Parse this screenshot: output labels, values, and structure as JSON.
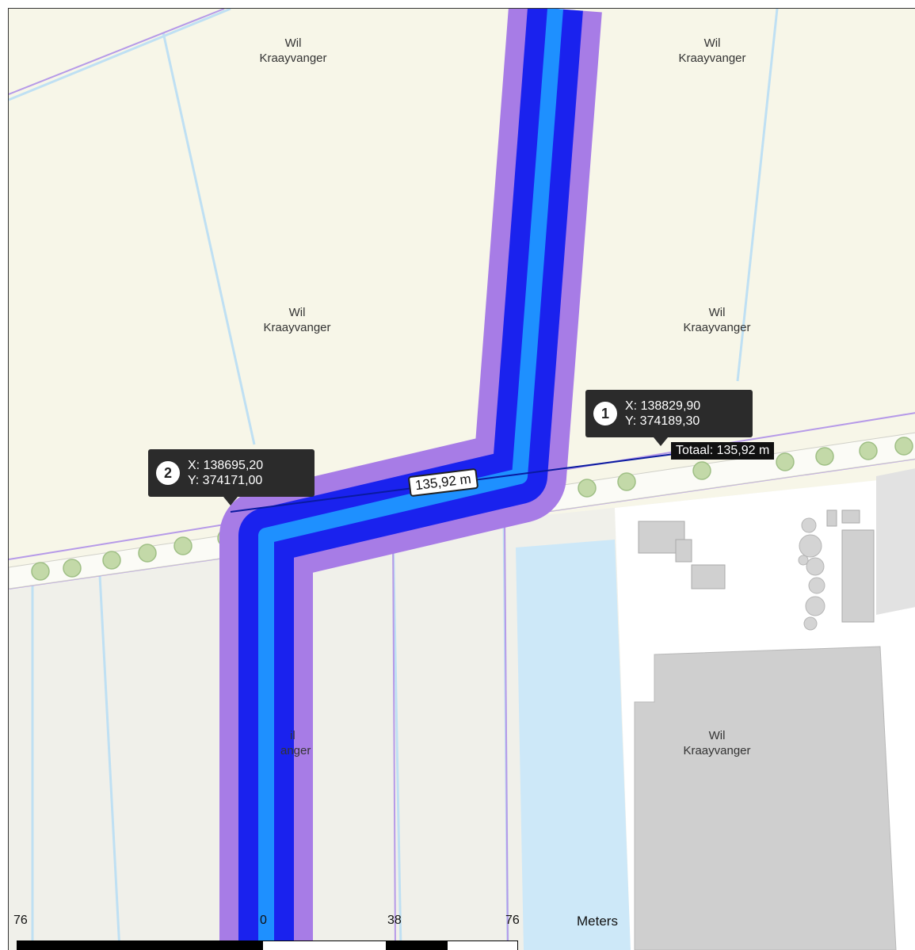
{
  "map": {
    "colors": {
      "land": "#f7f6e8",
      "water": "#cde8f8",
      "buildings": "#cfcfcf",
      "pipe_core": "#1a22ee",
      "pipe_center": "#1e90ff",
      "pipe_buffer": "#a77ce6",
      "tree": "#c3d9a8",
      "measure_line": "#0a1aa0"
    },
    "parcel_labels": [
      {
        "line1": "Wil",
        "line2": "Kraayvanger"
      },
      {
        "line1": "Wil",
        "line2": "Kraayvanger"
      },
      {
        "line1": "Wil",
        "line2": "Kraayvanger"
      },
      {
        "line1": "Wil",
        "line2": "Kraayvanger"
      },
      {
        "line1": "il",
        "line2": "anger"
      },
      {
        "line1": "Wil",
        "line2": "Kraayvanger"
      }
    ]
  },
  "measurement": {
    "point1": {
      "number": "1",
      "x": "X: 138829,90",
      "y": "Y: 374189,30"
    },
    "point2": {
      "number": "2",
      "x": "X: 138695,20",
      "y": "Y: 374171,00"
    },
    "segment_length": "135,92 m",
    "total": "Totaal: 135,92 m"
  },
  "scale_bar": {
    "labels": [
      "76",
      "0",
      "38",
      "76"
    ],
    "unit": "Meters"
  }
}
